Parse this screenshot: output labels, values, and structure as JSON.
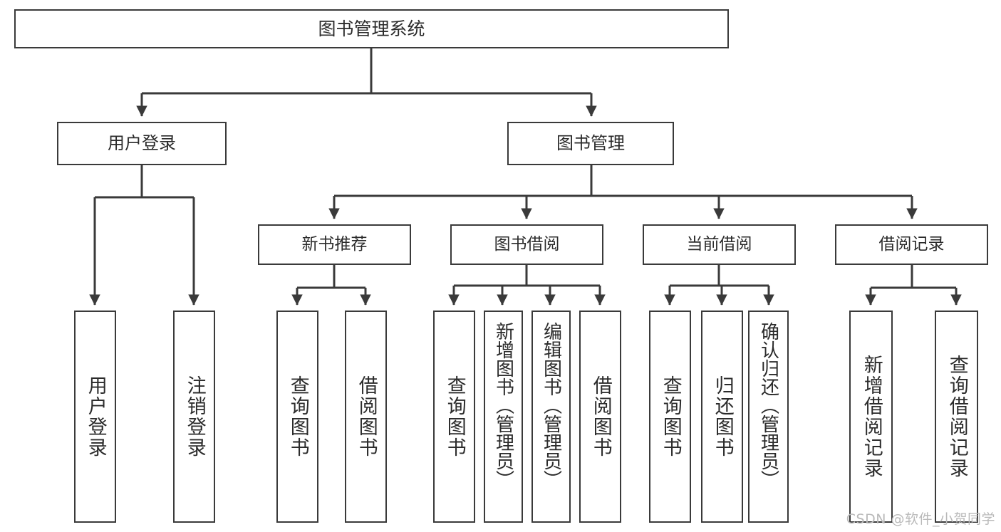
{
  "diagram": {
    "type": "tree",
    "title": "图书管理系统",
    "orientation": "top-down",
    "colors": {
      "box_border": "#3a3a3a",
      "box_fill": "#ffffff",
      "connector": "#3a3a3a",
      "text": "#2b2b2b",
      "watermark": "#b9b9b9"
    }
  },
  "root": {
    "label": "图书管理系统"
  },
  "tier2": [
    {
      "label": "用户登录"
    },
    {
      "label": "图书管理"
    }
  ],
  "tier3": [
    {
      "label": "新书推荐"
    },
    {
      "label": "图书借阅"
    },
    {
      "label": "当前借阅"
    },
    {
      "label": "借阅记录"
    }
  ],
  "leaves": {
    "user_login": [
      {
        "label": "用户登录"
      },
      {
        "label": "注销登录"
      }
    ],
    "new_books": [
      {
        "label": "查询图书"
      },
      {
        "label": "借阅图书"
      }
    ],
    "book_borrow": [
      {
        "label": "查询图书"
      },
      {
        "label": "新增图书（管理员）"
      },
      {
        "label": "编辑图书（管理员）"
      },
      {
        "label": "借阅图书"
      }
    ],
    "current_borrow": [
      {
        "label": "查询图书"
      },
      {
        "label": "归还图书"
      },
      {
        "label": "确认归还（管理员）"
      }
    ],
    "borrow_records": [
      {
        "label": "新增借阅记录"
      },
      {
        "label": "查询借阅记录"
      }
    ]
  },
  "watermark": {
    "text": "CSDN @软件_小贺同学"
  }
}
